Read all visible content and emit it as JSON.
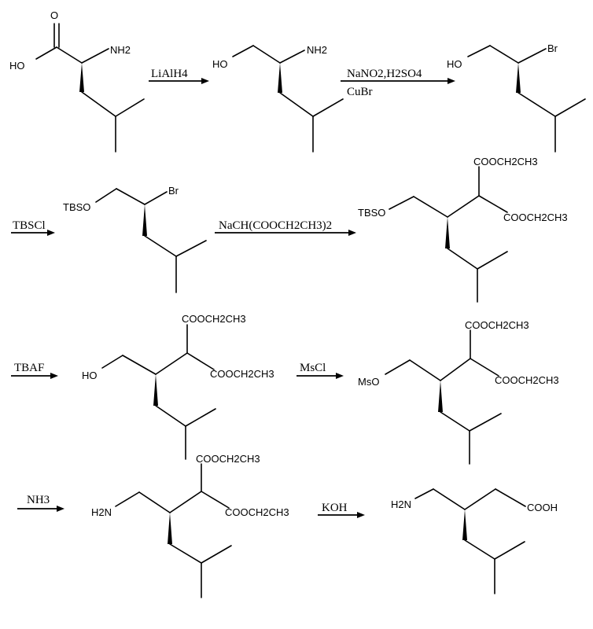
{
  "compounds": [
    {
      "labels": [
        "O",
        "HO",
        "NH2"
      ]
    },
    {
      "labels": [
        "HO",
        "NH2"
      ]
    },
    {
      "labels": [
        "HO",
        "Br"
      ]
    },
    {
      "labels": [
        "TBSO",
        "Br"
      ]
    },
    {
      "labels": [
        "COOCH2CH3",
        "TBSO",
        "COOCH2CH3"
      ]
    },
    {
      "labels": [
        "COOCH2CH3",
        "HO",
        "COOCH2CH3"
      ]
    },
    {
      "labels": [
        "COOCH2CH3",
        "MsO",
        "COOCH2CH3"
      ]
    },
    {
      "labels": [
        "COOCH2CH3",
        "H2N",
        "COOCH2CH3"
      ]
    },
    {
      "labels": [
        "H2N",
        "COOH"
      ]
    }
  ],
  "arrows": [
    {
      "reagents": [
        "LiAlH4"
      ]
    },
    {
      "reagents": [
        "NaNO2,H2SO4",
        "CuBr"
      ]
    },
    {
      "reagents": [
        "TBSCl"
      ]
    },
    {
      "reagents": [
        "NaCH(COOCH2CH3)2"
      ]
    },
    {
      "reagents": [
        "TBAF"
      ]
    },
    {
      "reagents": [
        "MsCl"
      ]
    },
    {
      "reagents": [
        "NH3"
      ]
    },
    {
      "reagents": [
        "KOH"
      ]
    }
  ]
}
